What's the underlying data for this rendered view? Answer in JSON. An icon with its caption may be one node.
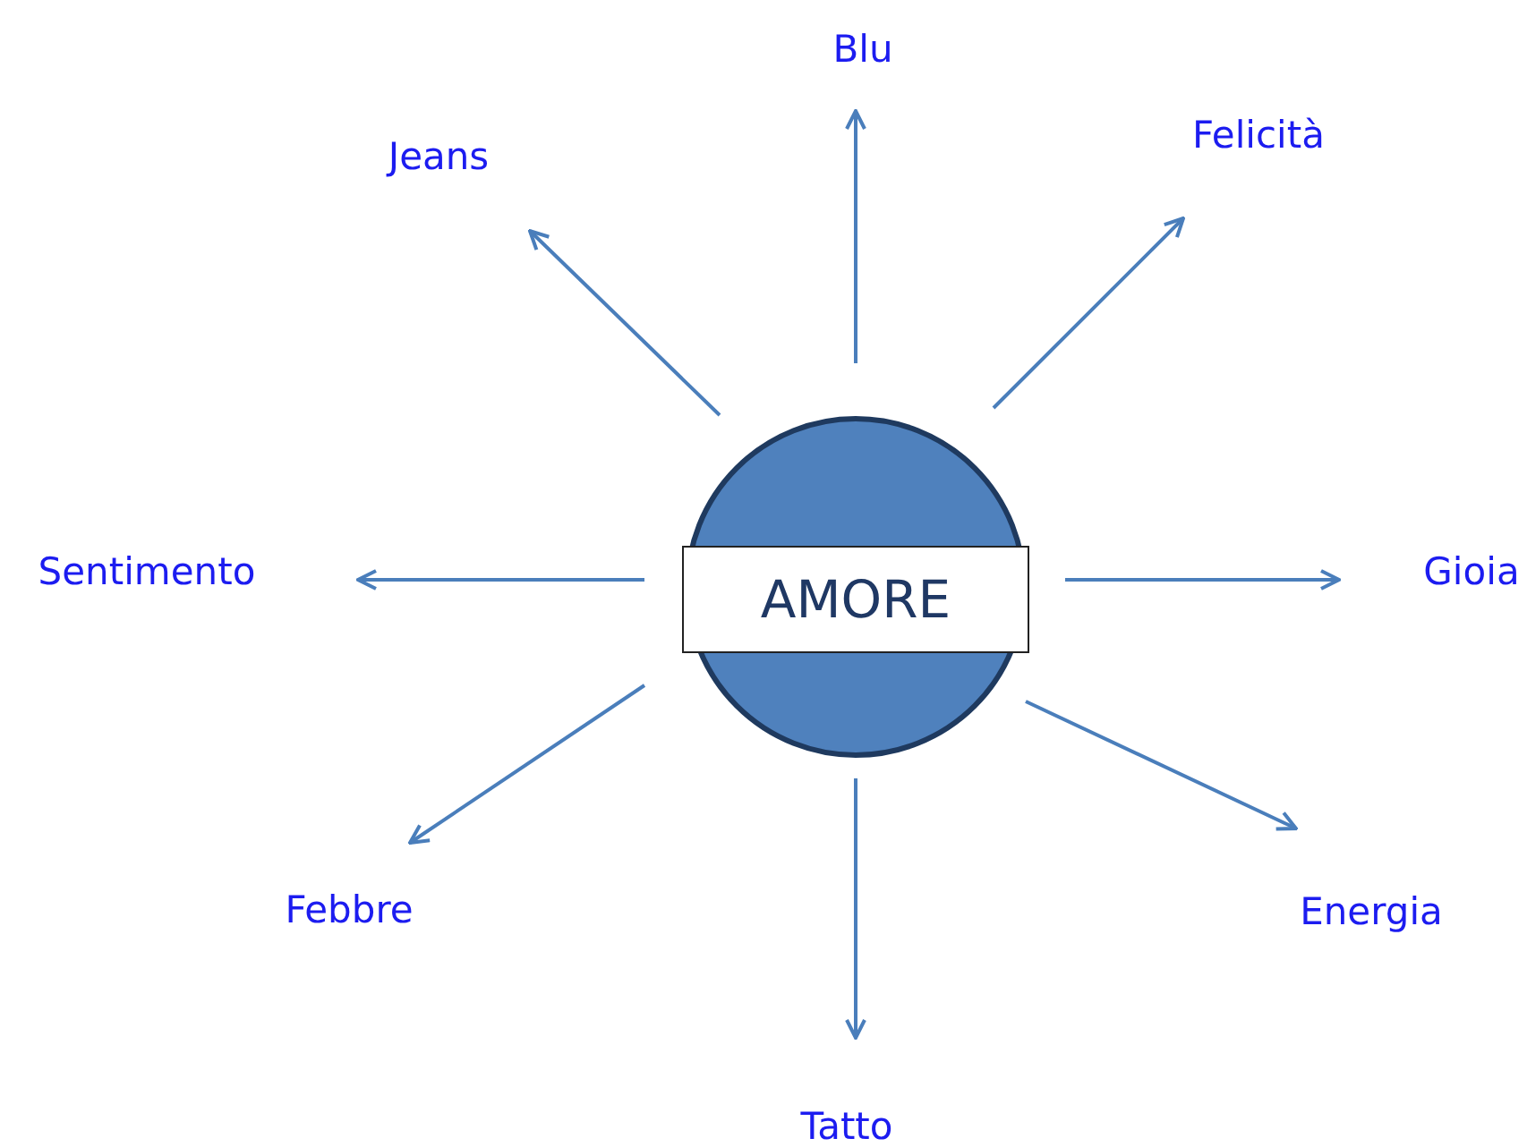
{
  "diagram": {
    "nodes": [
      {
        "text": [
          "AMORE"
        ]
      },
      {
        "text": [
          "Blu"
        ]
      },
      {
        "text": [
          "Jeans"
        ]
      },
      {
        "text": [
          "Felicità"
        ]
      },
      {
        "text": [
          "Sentimento"
        ]
      },
      {
        "text": [
          "Gioia"
        ]
      },
      {
        "text": [
          "Febbre"
        ]
      },
      {
        "text": [
          "Energia"
        ]
      },
      {
        "text": [
          "Tatto"
        ]
      }
    ],
    "edges": [
      {
        "from": 0,
        "to": 1,
        "arrow": "to"
      },
      {
        "from": 0,
        "to": 2,
        "arrow": "to"
      },
      {
        "from": 0,
        "to": 3,
        "arrow": "to"
      },
      {
        "from": 0,
        "to": 4,
        "arrow": "to"
      },
      {
        "from": 0,
        "to": 5,
        "arrow": "to"
      },
      {
        "from": 0,
        "to": 6,
        "arrow": "to"
      },
      {
        "from": 0,
        "to": 7,
        "arrow": "to"
      },
      {
        "from": 0,
        "to": 8,
        "arrow": "to"
      }
    ]
  }
}
